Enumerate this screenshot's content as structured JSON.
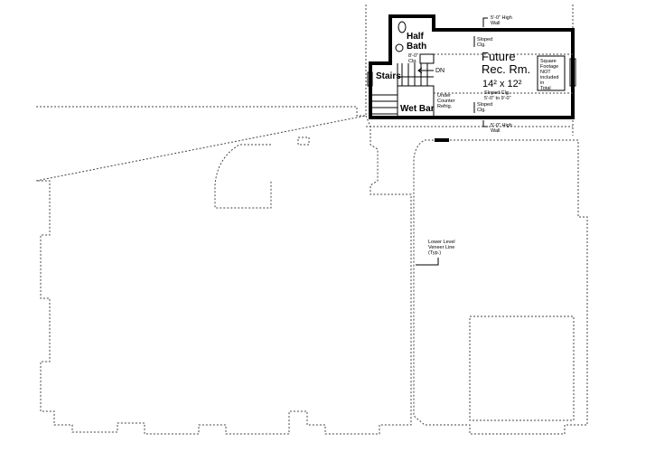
{
  "plan": {
    "rooms": {
      "half_bath": [
        "Half",
        "Bath"
      ],
      "half_bath_ceiling": [
        "8'-0\"",
        "Clg."
      ],
      "stairs": "Stairs",
      "stairs_direction": "DN",
      "wet_bar": "Wet Bar",
      "refrig_note": [
        "Under",
        "Counter",
        "Refrig."
      ],
      "future_rec": [
        "Future",
        "Rec. Rm."
      ],
      "future_rec_size": "14² x 12²",
      "future_rec_ceiling": [
        "Sloped Clg.",
        "5'-0\" to 9'-0\""
      ]
    },
    "notes": {
      "top_wall": [
        "5'-0\" High",
        "Wall"
      ],
      "bottom_wall": [
        "5'-0\" High",
        "Wall"
      ],
      "sloped_top": [
        "Sloped",
        "Clg."
      ],
      "sloped_bottom": [
        "Sloped",
        "Clg."
      ],
      "square_footage": [
        "Square",
        "Footage",
        "NOT",
        "included",
        "in",
        "Total"
      ],
      "veneer_line": [
        "Lower Level",
        "Veneer Line",
        "(Typ.)"
      ]
    }
  }
}
